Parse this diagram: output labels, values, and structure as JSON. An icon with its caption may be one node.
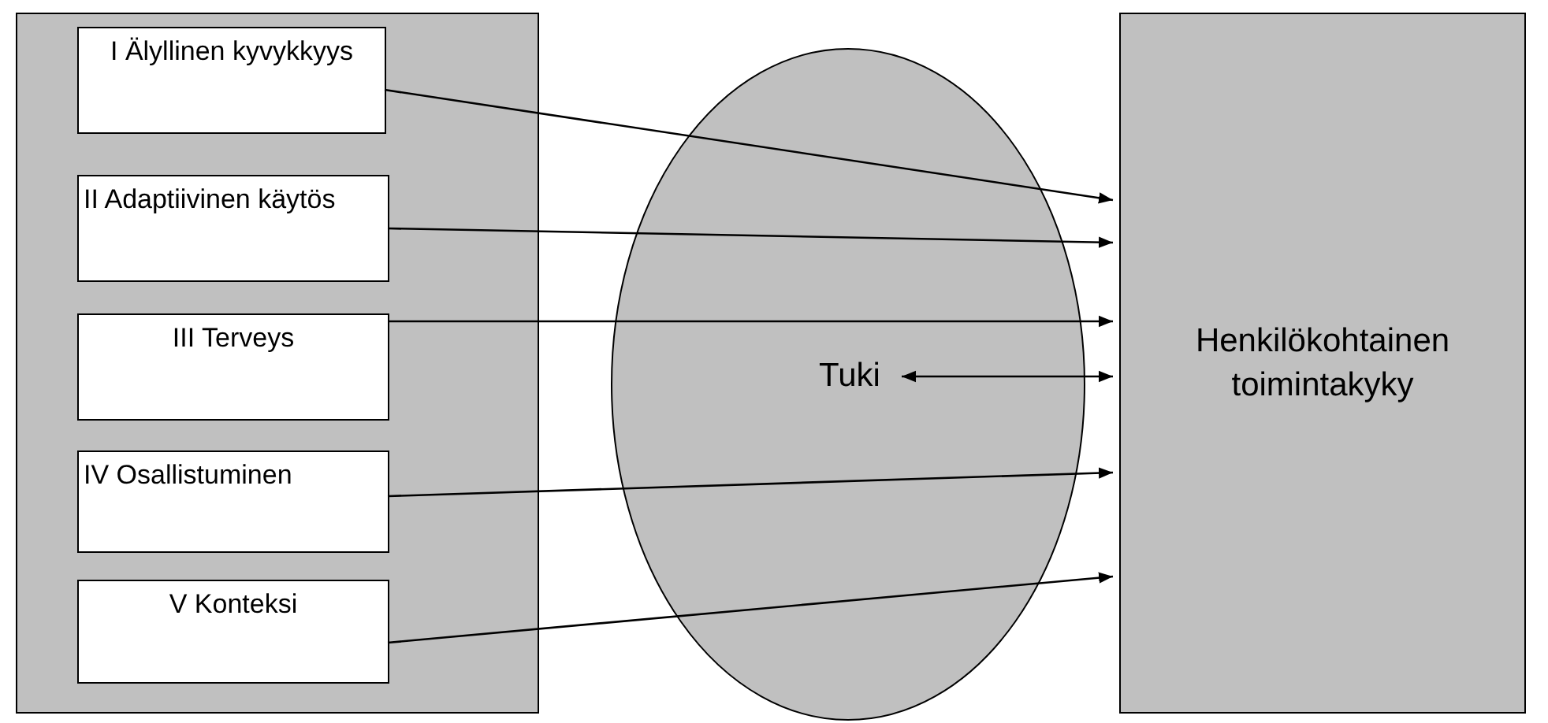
{
  "diagram": {
    "nodes": [
      {
        "text": [],
        "shape": "box"
      },
      {
        "text": [
          "I Älyllinen kyvykkyys"
        ],
        "in": 0
      },
      {
        "text": [
          "II Adaptiivinen käytös"
        ],
        "in": 0
      },
      {
        "text": [
          "III Terveys"
        ],
        "in": 0
      },
      {
        "text": [
          "IV Osallistuminen"
        ],
        "in": 0
      },
      {
        "text": [
          "V Konteksi"
        ],
        "in": 0
      },
      {
        "text": [],
        "shape": "ellipse"
      },
      {
        "text": [
          "Tuki"
        ],
        "in": 6
      },
      {
        "text": [
          "Henkilökohtainen toimintakyky"
        ]
      }
    ],
    "edges": [
      {
        "from": 1,
        "to": 8,
        "arrow": "to"
      },
      {
        "from": 2,
        "to": 8,
        "arrow": "to"
      },
      {
        "from": 3,
        "to": 8,
        "arrow": "to"
      },
      {
        "from": 4,
        "to": 8,
        "arrow": "to"
      },
      {
        "from": 5,
        "to": 8,
        "arrow": "to"
      },
      {
        "from": 7,
        "to": 8,
        "arrow": "both"
      }
    ]
  }
}
